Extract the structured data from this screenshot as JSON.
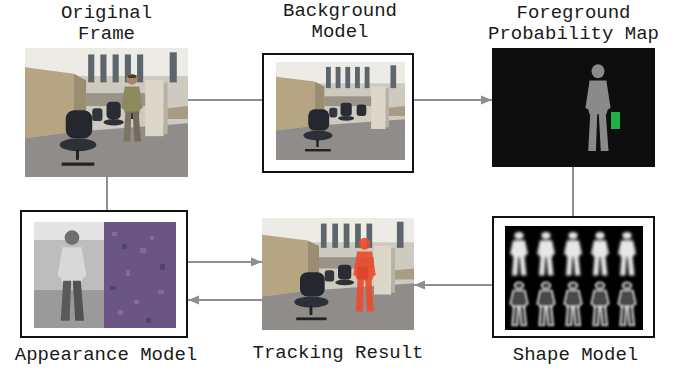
{
  "diagram": {
    "nodes": [
      {
        "text": [
          "Original Frame"
        ]
      },
      {
        "text": [
          "Background Model"
        ]
      },
      {
        "text": [
          "Foreground Probability Map"
        ]
      },
      {
        "text": [
          "Appearance Model"
        ]
      },
      {
        "text": [
          "Tracking Result"
        ]
      },
      {
        "text": [
          "Shape Model"
        ]
      }
    ],
    "edges": [
      {
        "from": 0,
        "to": 1,
        "arrow": "none"
      },
      {
        "from": 1,
        "to": 2,
        "arrow": "to"
      },
      {
        "from": 2,
        "to": 5,
        "arrow": "none"
      },
      {
        "from": 5,
        "to": 4,
        "arrow": "to"
      },
      {
        "from": 3,
        "to": 4,
        "arrow": "to"
      },
      {
        "from": 4,
        "to": 3,
        "arrow": "to"
      },
      {
        "from": 0,
        "to": 3,
        "arrow": "none"
      }
    ]
  }
}
